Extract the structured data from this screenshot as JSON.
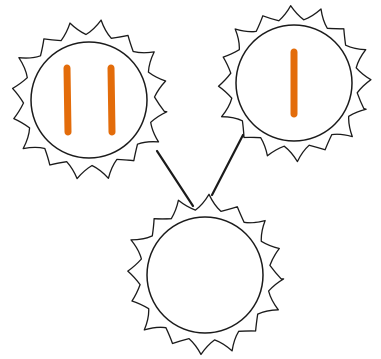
{
  "diagram": {
    "colors": {
      "background": "#ffffff",
      "outline": "#1a1a1a",
      "tally": "#e36c0a"
    },
    "nodes": [
      {
        "id": "top-left",
        "tally_count": 2
      },
      {
        "id": "top-right",
        "tally_count": 1
      },
      {
        "id": "bottom",
        "tally_count": 0
      }
    ],
    "edges": [
      {
        "from": "top-left",
        "to": "bottom"
      },
      {
        "from": "top-right",
        "to": "bottom"
      }
    ]
  }
}
